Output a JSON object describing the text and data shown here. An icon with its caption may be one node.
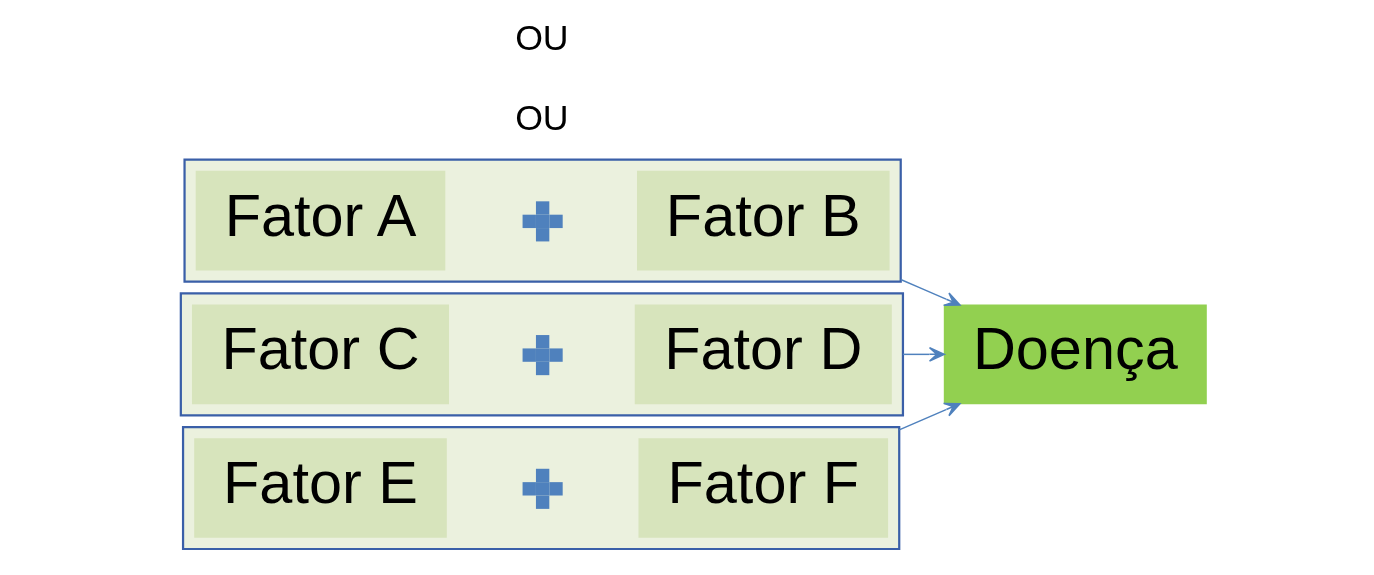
{
  "diagram": {
    "nodes": [
      {
        "text": [],
        "shape": "box"
      },
      {
        "text": [
          "Fator A"
        ],
        "in": 0
      },
      {
        "text": [],
        "shape": "cross",
        "in": 0
      },
      {
        "text": [
          "Fator B"
        ],
        "in": 0
      },
      {
        "text": [],
        "shape": "box"
      },
      {
        "text": [
          "Fator C"
        ],
        "in": 4
      },
      {
        "text": [],
        "shape": "cross",
        "in": 4
      },
      {
        "text": [
          "Fator D"
        ],
        "in": 4
      },
      {
        "text": [],
        "shape": "box"
      },
      {
        "text": [
          "Fator E"
        ],
        "in": 8
      },
      {
        "text": [],
        "shape": "cross",
        "in": 8
      },
      {
        "text": [
          "Fator F"
        ],
        "in": 8
      },
      {
        "text": [
          "Doença"
        ]
      }
    ],
    "edges": [
      {
        "from": 0,
        "to": 12,
        "arrow": "to"
      },
      {
        "from": 4,
        "to": 12,
        "arrow": "to"
      },
      {
        "from": 8,
        "to": 12,
        "arrow": "to"
      }
    ],
    "labels": [
      "OU",
      "OU"
    ]
  }
}
